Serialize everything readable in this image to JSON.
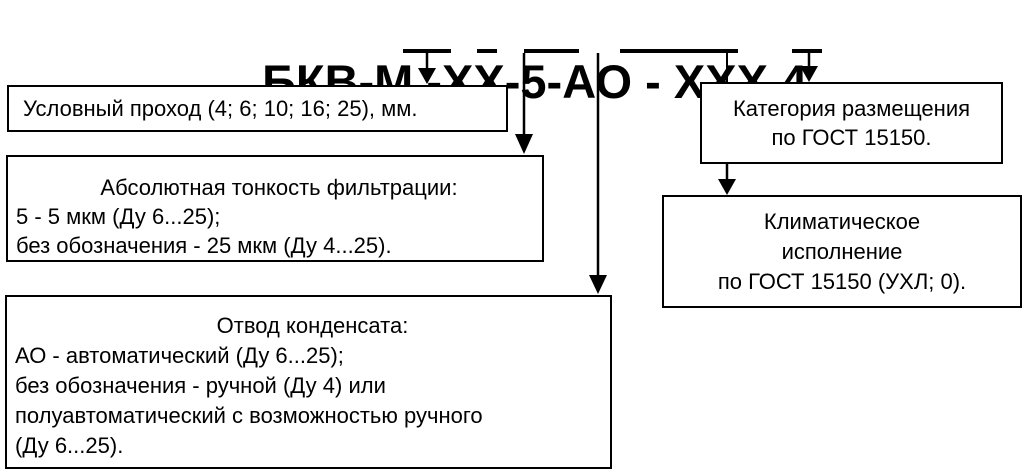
{
  "designation": {
    "parts": [
      {
        "text": "БКВ-М -",
        "underlined": false
      },
      {
        "text": "ХХ",
        "underlined": true
      },
      {
        "text": "-",
        "underlined": false
      },
      {
        "text": "5",
        "underlined": true
      },
      {
        "text": "-",
        "underlined": false
      },
      {
        "text": "АО",
        "underlined": true
      },
      {
        "text": " - ",
        "underlined": false
      },
      {
        "text": "ХХХ",
        "underlined": true
      },
      {
        "text": " ",
        "underlined": false
      },
      {
        "text": "4",
        "underlined": true
      }
    ]
  },
  "boxes": {
    "nominal_bore": {
      "lines": [
        "Условный проход (4; 6; 10; 16; 25), мм."
      ]
    },
    "filtration": {
      "heading": "Абсолютная тонкость фильтрации:",
      "lines": [
        "5 - 5 мкм (Ду 6...25);",
        "без обозначения - 25 мкм (Ду 4...25)."
      ]
    },
    "condensate": {
      "heading": "Отвод конденсата:",
      "lines": [
        "АО - автоматический (Ду 6...25);",
        "без обозначения - ручной (Ду 4) или",
        "полуавтоматический с возможностью ручного",
        "(Ду 6...25)."
      ]
    },
    "placement": {
      "lines": [
        "Категория размещения",
        "по ГОСТ 15150."
      ]
    },
    "climate": {
      "lines": [
        "Климатическое",
        "исполнение",
        "по ГОСТ 15150 (УХЛ; 0)."
      ]
    }
  },
  "colors": {
    "stroke": "#000000",
    "background": "#ffffff"
  }
}
